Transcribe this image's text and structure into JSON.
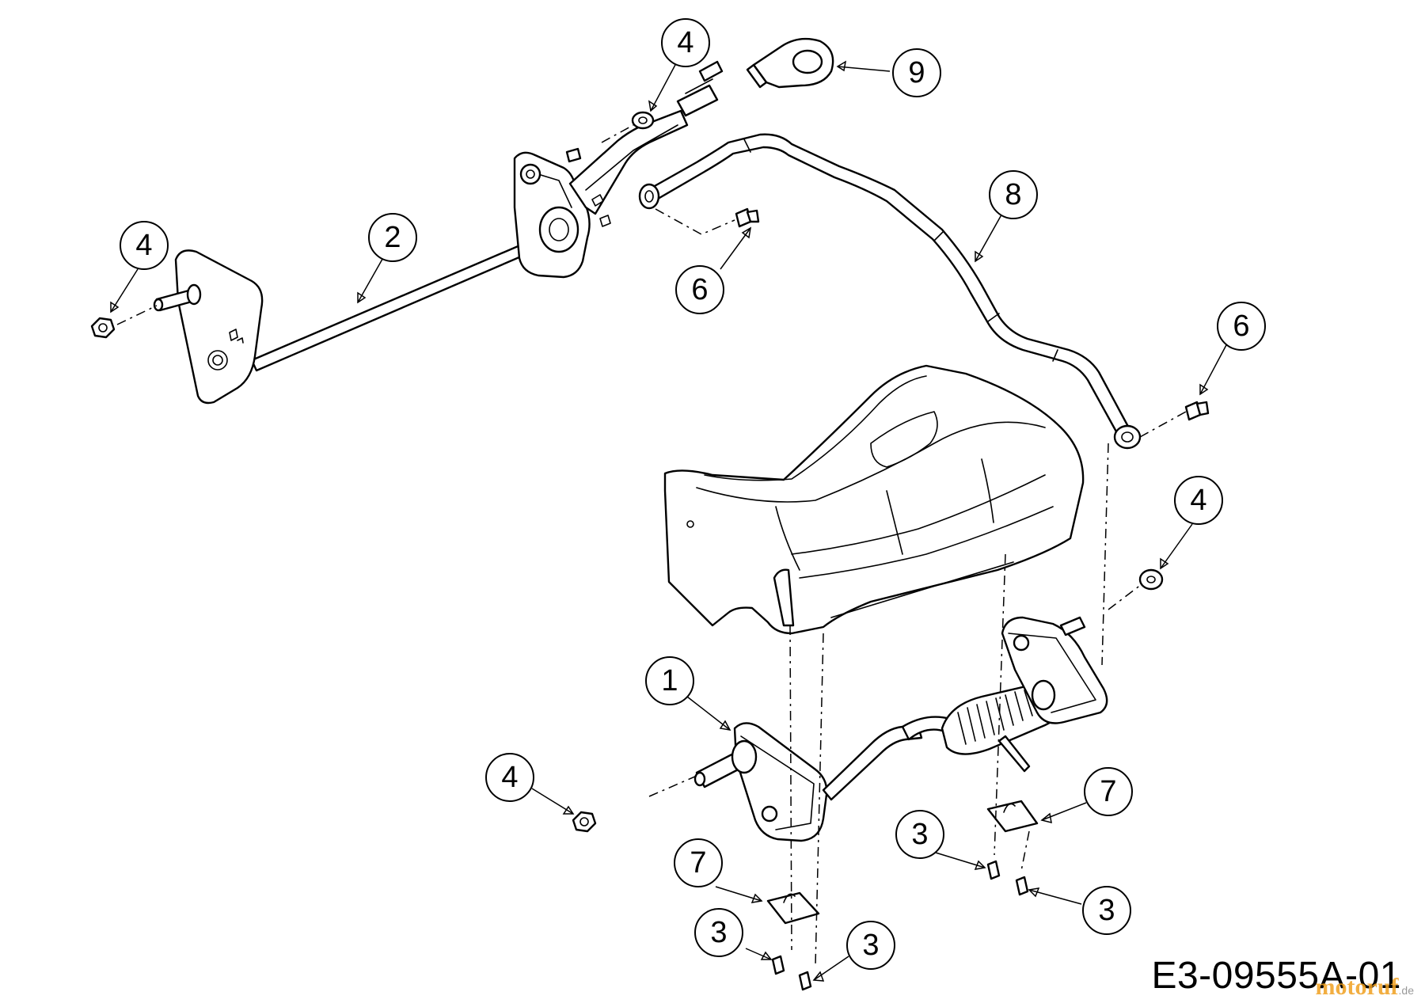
{
  "callouts": [
    {
      "number": "1",
      "part": "lift-lever-assembly"
    },
    {
      "number": "2",
      "part": "height-adjust-rod"
    },
    {
      "number": "3",
      "part": "screw"
    },
    {
      "number": "4",
      "part": "nut"
    },
    {
      "number": "6",
      "part": "screw"
    },
    {
      "number": "7",
      "part": "bracket"
    },
    {
      "number": "8",
      "part": "handle-bar"
    },
    {
      "number": "9",
      "part": "grip"
    }
  ],
  "document_code": "E3-09555A-01",
  "watermark": {
    "brand": "motoruf",
    "suffix": ".de"
  }
}
